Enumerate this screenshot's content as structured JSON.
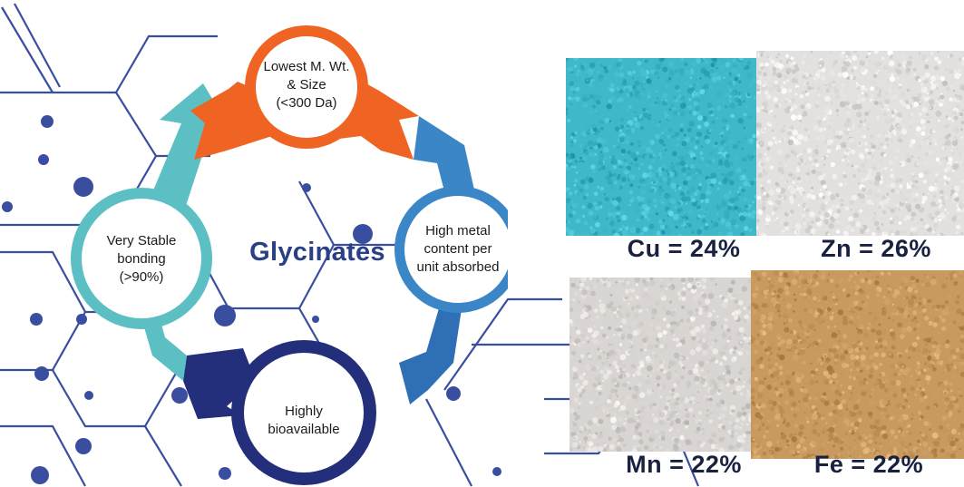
{
  "diagram": {
    "center_label": "Glycinates",
    "nodes": [
      {
        "id": "top",
        "lines": [
          "Lowest M. Wt.",
          "& Size",
          "(<300 Da)"
        ],
        "color": "#ef6423"
      },
      {
        "id": "right",
        "lines": [
          "High metal",
          "content per",
          "unit absorbed"
        ],
        "color": "#3b86c6"
      },
      {
        "id": "bottom",
        "lines": [
          "Highly",
          "bioavailable"
        ],
        "color": "#232f7a"
      },
      {
        "id": "left",
        "lines": [
          "Very Stable",
          "bonding",
          "(>90%)"
        ],
        "color": "#5cbfc3"
      }
    ],
    "decor_color": "#3a4ea0"
  },
  "samples": [
    {
      "id": "cu",
      "label": "Cu = 24%",
      "base_color": "#3fb8c9"
    },
    {
      "id": "zn",
      "label": "Zn = 26%",
      "base_color": "#e3e1df"
    },
    {
      "id": "mn",
      "label": "Mn = 22%",
      "base_color": "#d9d5d2"
    },
    {
      "id": "fe",
      "label": "Fe = 22%",
      "base_color": "#c89a5f"
    }
  ]
}
